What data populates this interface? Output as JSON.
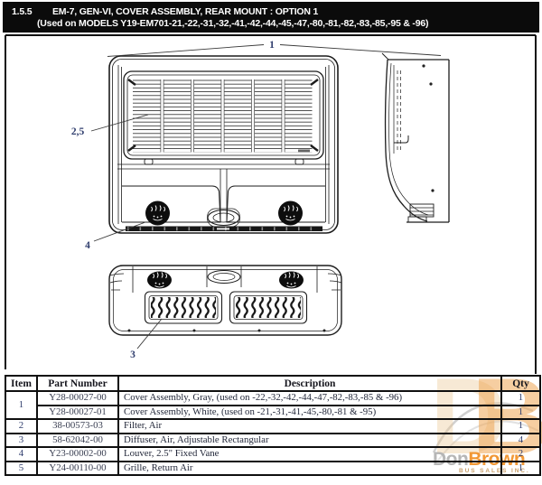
{
  "header": {
    "section": "1.5.5",
    "title": "EM-7, GEN-VI, COVER ASSEMBLY, REAR MOUNT : OPTION 1",
    "subtitle": "(Used on MODELS Y19-EM701-21,-22,-31,-32,-41,-42,-44,-45,-47,-80,-81,-82,-83,-85,-95 & -96)"
  },
  "diagram": {
    "callouts": {
      "cover": "1",
      "filter_louver": "2,5",
      "louver": "4",
      "diffuser": "3"
    }
  },
  "table": {
    "columns": [
      "Item",
      "Part Number",
      "Description",
      "Qty"
    ],
    "rows": [
      {
        "item": "1",
        "item_rowspan": 2,
        "part": "Y28-00027-00",
        "desc": "Cover Assembly, Gray, (used on -22,-32,-42,-44,-47,-82,-83,-85 & -96)",
        "qty": "1"
      },
      {
        "item": null,
        "part": "Y28-00027-01",
        "desc": "Cover Assembly, White, (used on -21,-31,-41,-45,-80,-81 & -95)",
        "qty": "1"
      },
      {
        "item": "2",
        "part": "38-00573-03",
        "desc": "Filter, Air",
        "qty": "1"
      },
      {
        "item": "3",
        "part": "58-62042-00",
        "desc": "Diffuser, Air, Adjustable Rectangular",
        "qty": "4"
      },
      {
        "item": "4",
        "part": "Y23-00002-00",
        "desc": "Louver, 2.5\" Fixed Vane",
        "qty": "2"
      },
      {
        "item": "5",
        "part": "Y24-00110-00",
        "desc": "Grille, Return Air",
        "qty": "1"
      }
    ]
  },
  "watermark": {
    "monogram_d": "D",
    "monogram_b": "B",
    "name_gray": "Don",
    "name_accent": "Brown",
    "tagline": "BUS SALES INC.",
    "accent_color": "#EF9433"
  },
  "colors": {
    "accent_orange": "#EF9433",
    "callout_blue": "#2F3D6D",
    "line": "#1C1C1C"
  }
}
